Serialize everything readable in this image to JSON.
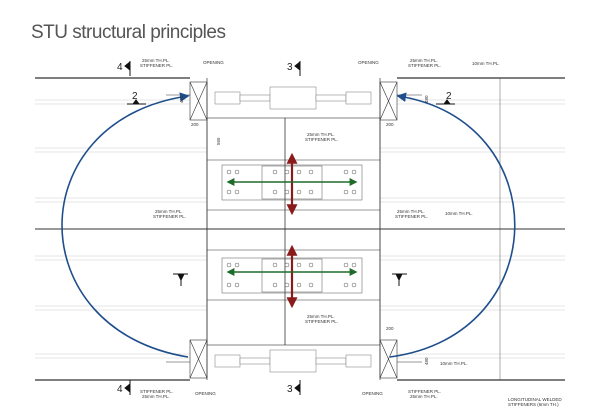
{
  "title": "STU structural principles",
  "labels": {
    "stiffener_top": [
      "25mm TH.PL.",
      "STIFFENER PL."
    ],
    "stiffener_bottom": [
      "STIFFENER PL.",
      "25mm TH.PL."
    ],
    "opening": "OPENING",
    "plate_10mm": "10mm TH.PL.",
    "dim_200": "200",
    "dim_480": "480",
    "dim_565": "565",
    "longitudinal": [
      "LONGITUDINAL WELDED",
      "STIFFENERS (6mm TH.)"
    ]
  },
  "sections": {
    "s4": "4",
    "s3": "3",
    "s2": "2"
  },
  "colors": {
    "blue_arc": "#1f4e8c",
    "red_arrow": "#8b1a1a",
    "green_arrow": "#1e6b2a"
  }
}
